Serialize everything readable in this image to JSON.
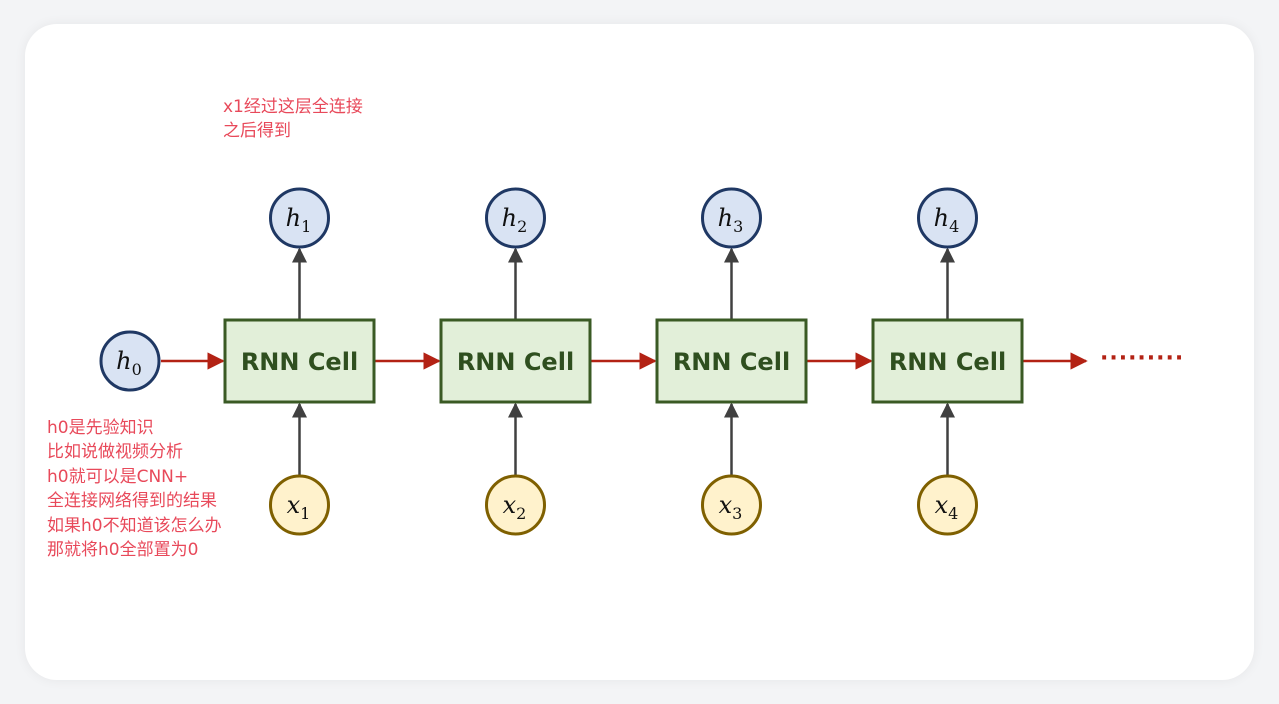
{
  "annotations": {
    "top_note": [
      "x1经过这层全连接",
      "之后得到"
    ],
    "left_note": [
      "h0是先验知识",
      "比如说做视频分析",
      "h0就可以是CNN+",
      "全连接网络得到的结果",
      "如果h0不知道该怎么办",
      "那就将h0全部置为0"
    ]
  },
  "diagram": {
    "initial_state": {
      "var": "h",
      "sub": "0"
    },
    "cells": [
      {
        "label": "RNN Cell",
        "output": {
          "var": "h",
          "sub": "1"
        },
        "input": {
          "var": "x",
          "sub": "1"
        }
      },
      {
        "label": "RNN Cell",
        "output": {
          "var": "h",
          "sub": "2"
        },
        "input": {
          "var": "x",
          "sub": "2"
        }
      },
      {
        "label": "RNN Cell",
        "output": {
          "var": "h",
          "sub": "3"
        },
        "input": {
          "var": "x",
          "sub": "3"
        }
      },
      {
        "label": "RNN Cell",
        "output": {
          "var": "h",
          "sub": "4"
        },
        "input": {
          "var": "x",
          "sub": "4"
        }
      }
    ],
    "continuation": "·········",
    "colors": {
      "cell_fill": "#e2efd9",
      "cell_stroke": "#3a5a24",
      "h_fill": "#d9e3f3",
      "h_stroke": "#1f3864",
      "x_fill": "#fff2cc",
      "x_stroke": "#7f6000",
      "recurrent_arrow": "#b32214",
      "vertical_arrow": "#404040",
      "annotation": "#e8495a"
    }
  }
}
